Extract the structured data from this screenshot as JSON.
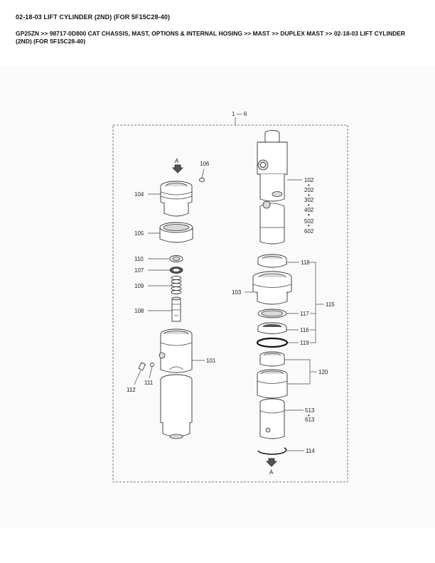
{
  "page": {
    "title": "02-18-03 LIFT CYLINDER (2ND) (FOR 5F15C28-40)",
    "breadcrumb": "GP25ZN >> 98717-0D800 CAT CHASSIS, MAST, OPTIONS & INTERNAL HOSING >> MAST >> DUPLEX MAST >> 02-18-03 LIFT CYLINDER (2ND) (FOR 5F15C28-40)"
  },
  "diagram": {
    "assembly_label": "1 — 6",
    "view_marker": "A",
    "labels": {
      "p106": "106",
      "p104": "104",
      "p105": "105",
      "p110": "110",
      "p107": "107",
      "p109": "109",
      "p108": "108",
      "p101": "101",
      "p111": "111",
      "p112": "112",
      "p102": "102",
      "p202": "202",
      "p302": "302",
      "p402": "402",
      "p502": "502",
      "p602": "602",
      "p118": "118",
      "p103": "103",
      "p117": "117",
      "p115": "115",
      "p116": "116",
      "p119": "119",
      "p120": "120",
      "p513": "513",
      "p613": "613",
      "p114": "114",
      "dot": "•"
    }
  }
}
